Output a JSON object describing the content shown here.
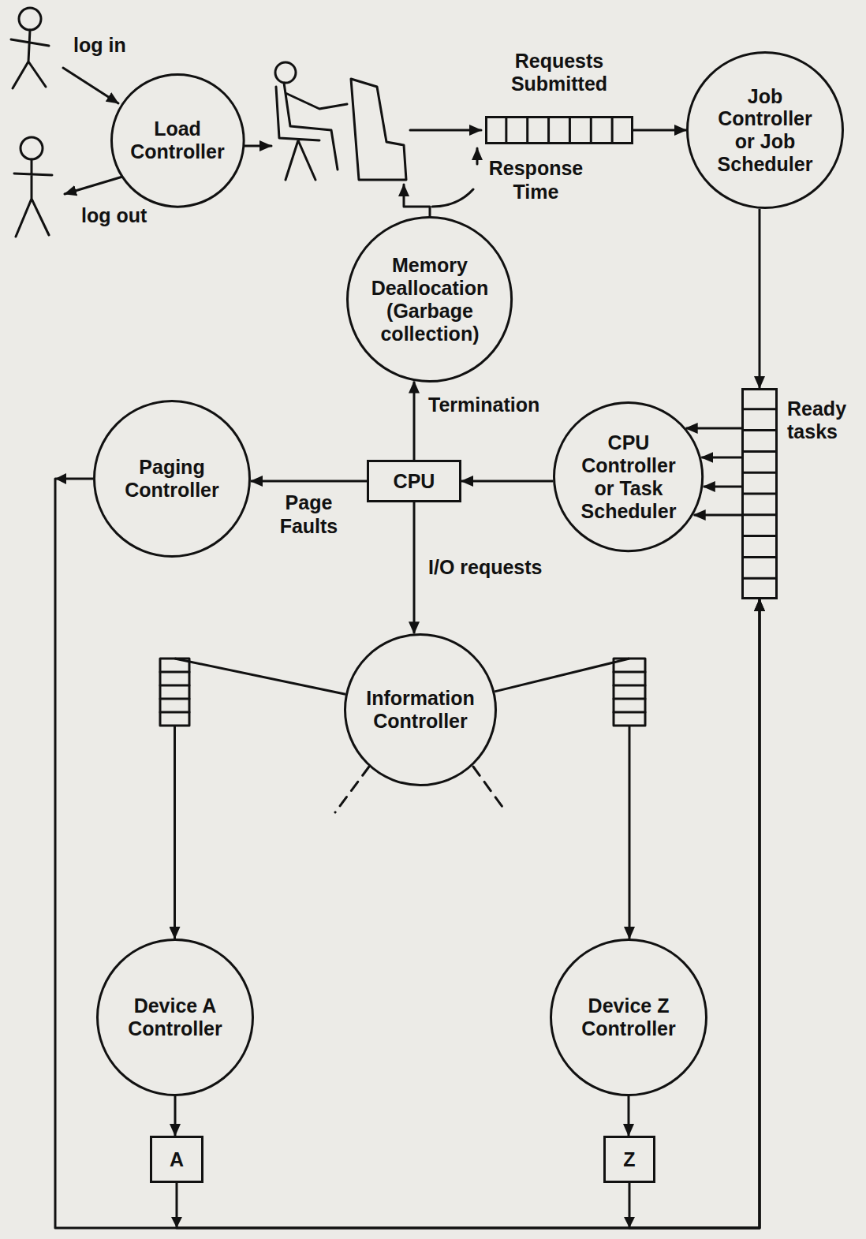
{
  "diagram": {
    "nodes": [
      {
        "text": [
          "Load Controller"
        ]
      },
      {
        "text": [
          "Requests Submitted"
        ]
      },
      {
        "text": [
          "Job Controller or Job Scheduler"
        ]
      },
      {
        "text": [
          "Memory Deallocation",
          "(Garbage collection)"
        ]
      },
      {
        "text": [
          "Ready tasks"
        ]
      },
      {
        "text": [
          "CPU Controller or Task Scheduler"
        ]
      },
      {
        "text": [
          "CPU"
        ]
      },
      {
        "text": [
          "Paging Controller"
        ]
      },
      {
        "text": [
          "Information Controller"
        ]
      },
      {
        "text": [
          "Device A Controller"
        ]
      },
      {
        "text": [
          "Device Z Controller"
        ]
      },
      {
        "text": [
          "A"
        ]
      },
      {
        "text": [
          "Z"
        ]
      }
    ],
    "edges": [
      {
        "from": 1,
        "to": 2,
        "arrow": "to"
      },
      {
        "from": 2,
        "to": 4,
        "arrow": "to"
      },
      {
        "from": 4,
        "to": 5,
        "arrow": "to"
      },
      {
        "from": 5,
        "to": 6,
        "arrow": "to"
      },
      {
        "from": 6,
        "to": 3,
        "label": "Termination",
        "arrow": "to"
      },
      {
        "from": 6,
        "to": 7,
        "label": "Page Faults",
        "arrow": "to"
      },
      {
        "from": 6,
        "to": 8,
        "label": "I/O requests",
        "arrow": "to"
      },
      {
        "from": 8,
        "to": 9,
        "arrow": "to"
      },
      {
        "from": 8,
        "to": 10,
        "arrow": "to"
      },
      {
        "from": 9,
        "to": 11,
        "arrow": "to"
      },
      {
        "from": 10,
        "to": 12,
        "arrow": "to"
      },
      {
        "from": 11,
        "to": 4,
        "arrow": "to"
      },
      {
        "from": 12,
        "to": 4,
        "arrow": "to"
      },
      {
        "from": 7,
        "to": 4,
        "arrow": "to"
      }
    ],
    "labels": [
      "log in",
      "log out",
      "Response Time"
    ]
  }
}
